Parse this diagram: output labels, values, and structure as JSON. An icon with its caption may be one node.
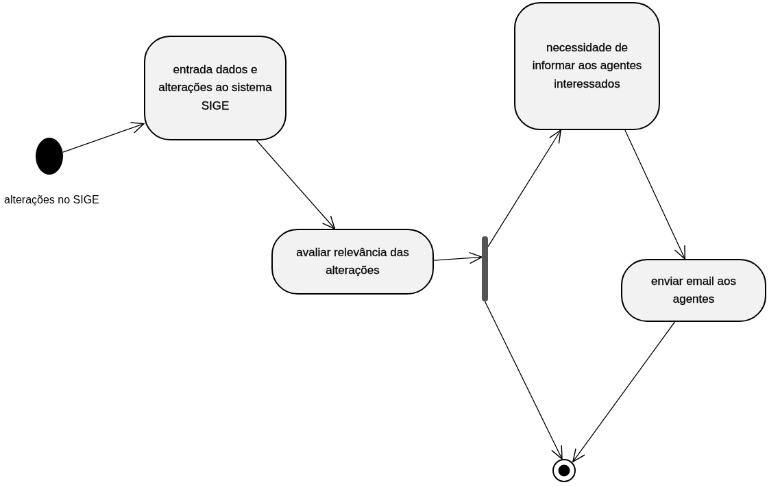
{
  "diagram": {
    "nodes": [
      {
        "text": [],
        "shape": "circle",
        "beside": [
          "alterações no SIGE"
        ]
      },
      {
        "text": [
          "entrada dados e alterações ao sistema SIGE"
        ]
      },
      {
        "text": [
          "avaliar relevância das alterações"
        ]
      },
      {
        "text": [],
        "shape": "bar"
      },
      {
        "text": [
          "necessidade de informar aos agentes interessados"
        ]
      },
      {
        "text": [
          "enviar email aos agentes"
        ]
      },
      {
        "text": [],
        "shape": "bullseye"
      }
    ],
    "edges": [
      {
        "from": 0,
        "to": 1,
        "arrow": "to"
      },
      {
        "from": 1,
        "to": 2,
        "arrow": "to"
      },
      {
        "from": 2,
        "to": 3,
        "arrow": "to"
      },
      {
        "from": 3,
        "to": 4,
        "arrow": "to"
      },
      {
        "from": 3,
        "to": 6,
        "arrow": "to"
      },
      {
        "from": 4,
        "to": 5,
        "arrow": "to"
      },
      {
        "from": 5,
        "to": 6,
        "arrow": "to"
      }
    ]
  }
}
